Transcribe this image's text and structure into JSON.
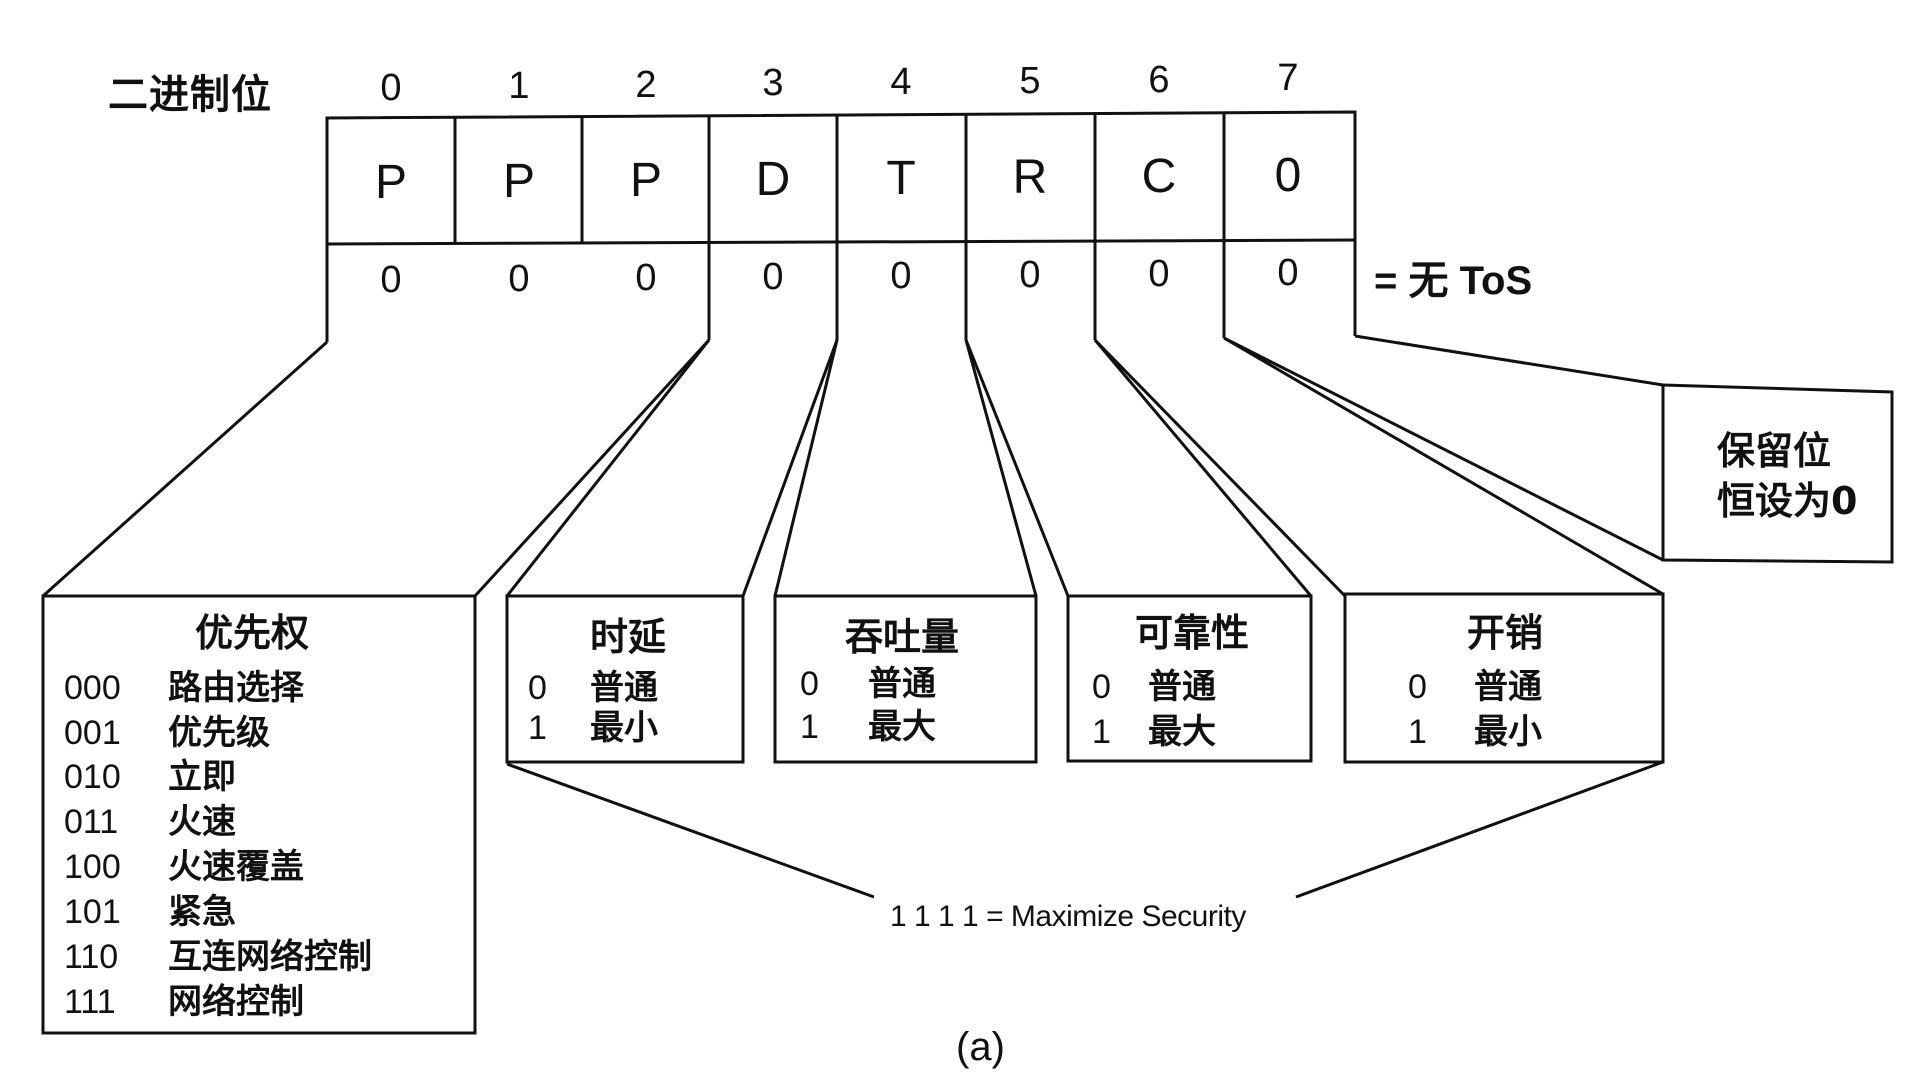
{
  "header": {
    "binary_label": "二进制位",
    "bit_numbers": [
      "0",
      "1",
      "2",
      "3",
      "4",
      "5",
      "6",
      "7"
    ],
    "field_letters": [
      "P",
      "P",
      "P",
      "D",
      "T",
      "R",
      "C",
      "0"
    ],
    "bit_values": [
      "0",
      "0",
      "0",
      "0",
      "0",
      "0",
      "0",
      "0"
    ],
    "no_tos_label": "= 无 ToS"
  },
  "precedence": {
    "title": "优先权",
    "rows": [
      {
        "code": "000",
        "meaning": "路由选择"
      },
      {
        "code": "001",
        "meaning": "优先级"
      },
      {
        "code": "010",
        "meaning": "立即"
      },
      {
        "code": "011",
        "meaning": "火速"
      },
      {
        "code": "100",
        "meaning": "火速覆盖"
      },
      {
        "code": "101",
        "meaning": "紧急"
      },
      {
        "code": "110",
        "meaning": "互连网络控制"
      },
      {
        "code": "111",
        "meaning": "网络控制"
      }
    ]
  },
  "tos_boxes": [
    {
      "title": "时延",
      "rows": [
        {
          "code": "0",
          "meaning": "普通"
        },
        {
          "code": "1",
          "meaning": "最小"
        }
      ]
    },
    {
      "title": "吞吐量",
      "rows": [
        {
          "code": "0",
          "meaning": "普通"
        },
        {
          "code": "1",
          "meaning": "最大"
        }
      ]
    },
    {
      "title": "可靠性",
      "rows": [
        {
          "code": "0",
          "meaning": "普通"
        },
        {
          "code": "1",
          "meaning": "最大"
        }
      ]
    },
    {
      "title": "开销",
      "rows": [
        {
          "code": "0",
          "meaning": "普通"
        },
        {
          "code": "1",
          "meaning": "最小"
        }
      ]
    }
  ],
  "reserved": {
    "line1": "保留位",
    "line2": "恒设为0"
  },
  "security_note": "1 1 1 1 = Maximize Security",
  "caption": "(a)"
}
